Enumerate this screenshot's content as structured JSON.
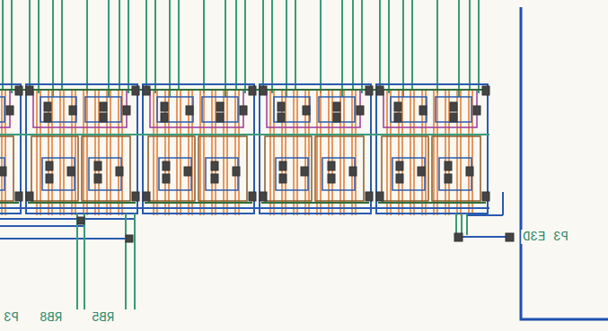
{
  "diagram": {
    "labels": [
      "P3",
      "RB8",
      "RB5",
      "E3D",
      "P3"
    ]
  }
}
